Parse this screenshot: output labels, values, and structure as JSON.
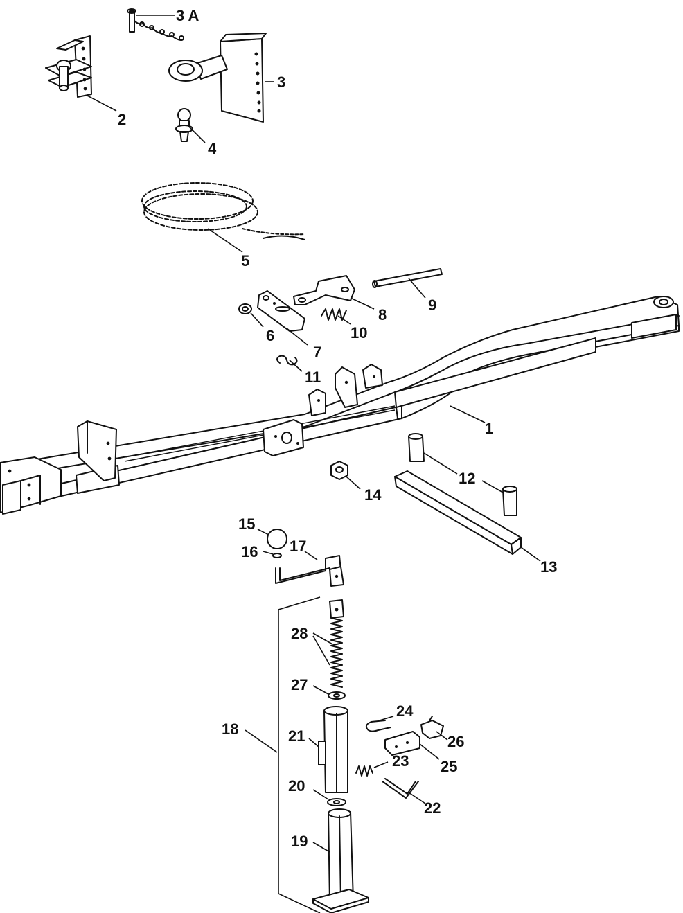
{
  "callouts": {
    "c1": "1",
    "c2": "2",
    "c3": "3",
    "c3a": "3 A",
    "c4": "4",
    "c5": "5",
    "c6": "6",
    "c7": "7",
    "c8": "8",
    "c9": "9",
    "c10": "10",
    "c11": "11",
    "c12": "12",
    "c13": "13",
    "c14": "14",
    "c15": "15",
    "c16": "16",
    "c17": "17",
    "c18": "18",
    "c19": "19",
    "c20": "20",
    "c21": "21",
    "c22": "22",
    "c23": "23",
    "c24": "24",
    "c25": "25",
    "c26": "26",
    "c27": "27",
    "c28": "28"
  },
  "colors": {
    "line": "#111111",
    "background": "#ffffff"
  }
}
